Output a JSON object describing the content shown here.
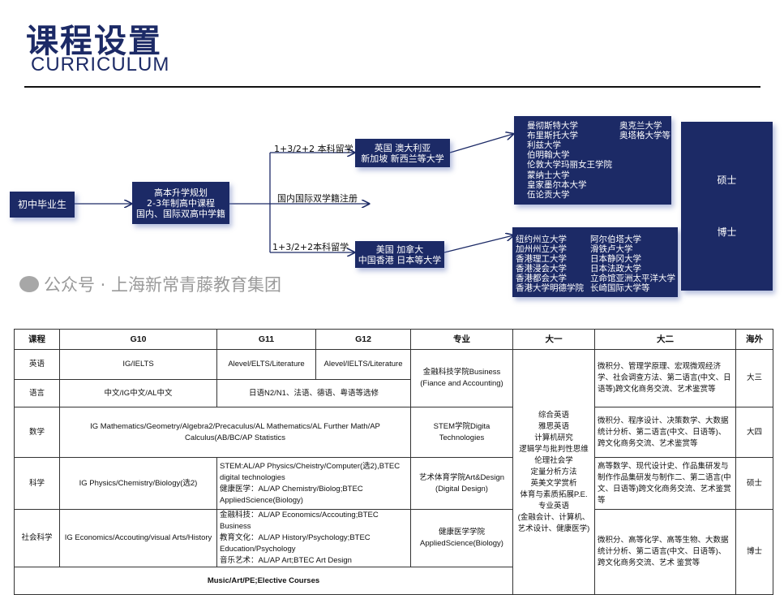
{
  "header": {
    "title": "课程设置",
    "subtitle": "CURRICULUM"
  },
  "flow": {
    "start": "初中毕业生",
    "plan": [
      "高本升学规划",
      "2-3年制高中课程",
      "国内、国际双高中学籍"
    ],
    "route_uk_label": "1+3/2+2 本科留学",
    "route_domestic_label": "国内国际双学籍注册",
    "route_us_label": "1+3/2+2本科留学",
    "uk_box": [
      "英国 澳大利亚",
      "新加坡 新西兰等大学"
    ],
    "us_box": [
      "美国 加拿大",
      "中国香港 日本等大学"
    ],
    "uk_unis_col1": [
      "曼彻斯特大学",
      "布里斯托大学",
      "利兹大学",
      "伯明翰大学",
      "伦敦大学玛丽女王学院",
      "蒙纳士大学",
      "皇家墨尔本大学",
      "伍论贡大学"
    ],
    "uk_unis_col2": [
      "奥克兰大学",
      "奥塔格大学等"
    ],
    "us_unis_col1": [
      "纽约州立大学",
      "加州州立大学",
      "香港理工大学",
      "香港浸会大学",
      "香港都会大学",
      "香港大学明德学院"
    ],
    "us_unis_col2": [
      "阿尔伯塔大学",
      "滑铁卢大学",
      "日本静冈大学",
      "日本法政大学",
      "立命馆亚洲太平洋大学",
      "长崎国际大学等"
    ],
    "degrees": [
      "硕士",
      "博士"
    ]
  },
  "table": {
    "headers": [
      "课程",
      "G10",
      "G11",
      "G12",
      "专业",
      "大一",
      "大二",
      "海外"
    ],
    "rows": {
      "english": {
        "name": "英语",
        "g10": "IG/IELTS",
        "g11": "Alevel/ELTS/Literature",
        "g12": "Alevel/IELTS/Literature"
      },
      "language": {
        "name": "语言",
        "g10": "中文/IG中文/AL中文",
        "g11_12": "日语N2/N1、法语、德语、粤语等选修"
      },
      "math": {
        "name": "数学",
        "all": "IG Mathematics/Geometry/Algebra2/Precaculus/AL Mathematics/AL Further Math/AP Calculus(AB/BC/AP Statistics",
        "major": "STEM学院Digita Technologies",
        "y2": "微积分、程序设计、决策数学、大数据统计分析、第二语言(中文、日语等)、跨文化商务交流、艺术鉴赏等",
        "abroad": "大四"
      },
      "science": {
        "name": "科学",
        "g10": "IG Physics/Chemistry/Biology(选2)",
        "g11_12": [
          "STEM:AL/AP Physics/Cheistry/Computer(选2),BTEC digital technologies",
          "健康医学：AL/AP Chemistry/Biolog;BTEC AppliedScience(Biology)"
        ],
        "major": "艺术体育学院Art&Design (Digital Design)",
        "y2": "高等数学、现代设计史、作品集研发与制作作品集研发与制作二、第二语言(中文、日语等)跨文化商务交流、艺术鉴赏等",
        "abroad": "硕士"
      },
      "social": {
        "name": "社会科学",
        "g10": "IG Economics/Accouting/visual Arts/History",
        "g11_12": [
          "金融科技：AL/AP Economics/Accouting;BTEC Business",
          "教育文化：AL/AP History/Psychology;BTEC Education/Psychology",
          "音乐艺术：AL/AP Art;BTEC Art Design"
        ],
        "major": "健康医学学院 AppliedScience(Biology)",
        "y2": "微积分、高等化学、高等生物、大数据统计分析、第二语言(中文、日语等)、跨文化商务交流、艺术 鉴赏等",
        "abroad": "博士"
      },
      "elective": {
        "text": "Music/Art/PE;Elective Courses"
      }
    },
    "major_business": "金融科技学院Business (Fiance and Accounting)",
    "y2_business": "微积分、管理学原理、宏观微观经济学、社会调查方法、第二语言(中文、日语等)跨文化商务交流、艺术鉴赏等",
    "abroad_business": "大三",
    "y1": [
      "综合英语",
      "雅思英语",
      "计算机研究",
      "逻辑学与批判性思维",
      "伦理社会学",
      "定量分析方法",
      "英美文学赏析",
      "体育与素质拓展P.E.",
      "专业英语",
      "(金融会计、计算机、艺术设计、健康医学)"
    ]
  },
  "watermark": "公众号 · 上海新常青藤教育集团",
  "colors": {
    "navy": "#1c2a66"
  }
}
